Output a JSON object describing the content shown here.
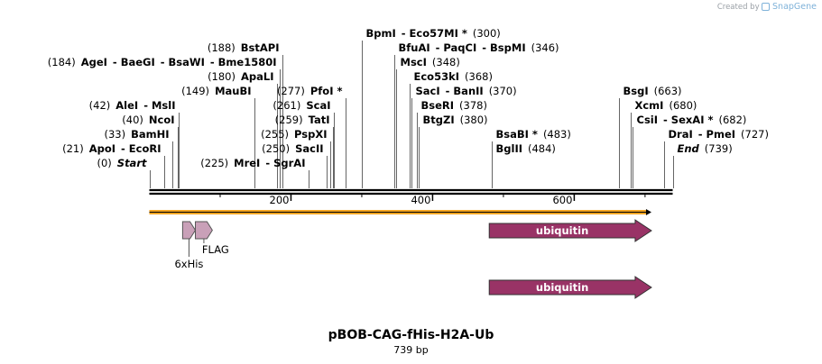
{
  "credit": {
    "prefix": "Created by",
    "brand": "SnapGene",
    "icon": "snapgene-logo-icon"
  },
  "plasmid": {
    "name": "pBOB-CAG-fHis-H2A-Ub",
    "length_text": "739 bp",
    "length_bp": 739
  },
  "ruler": {
    "ticks": [
      200,
      400,
      600
    ]
  },
  "sites": [
    {
      "row": 0,
      "bp": 0,
      "text": [
        [
          "(0)",
          "n"
        ],
        [
          "Start",
          "it"
        ]
      ]
    },
    {
      "row": 1,
      "bp": 21,
      "text": [
        [
          "(21)",
          "n"
        ],
        [
          "ApoI",
          "b"
        ],
        [
          "- EcoRI",
          "b"
        ]
      ]
    },
    {
      "row": 2,
      "bp": 33,
      "text": [
        [
          "(33)",
          "n"
        ],
        [
          "BamHI",
          "b"
        ]
      ]
    },
    {
      "row": 3,
      "bp": 40,
      "text": [
        [
          "(40)",
          "n"
        ],
        [
          "NcoI",
          "b"
        ]
      ]
    },
    {
      "row": 4,
      "bp": 42,
      "text": [
        [
          "(42)",
          "n"
        ],
        [
          "AleI",
          "b"
        ],
        [
          "- MslI",
          "b"
        ]
      ]
    },
    {
      "row": 5,
      "bp": 149,
      "text": [
        [
          "(149)",
          "n"
        ],
        [
          "MauBI",
          "b"
        ]
      ]
    },
    {
      "row": 6,
      "bp": 180,
      "text": [
        [
          "(180)",
          "n"
        ],
        [
          "ApaLI",
          "b"
        ]
      ]
    },
    {
      "row": 7,
      "bp": 184,
      "text": [
        [
          "(184)",
          "n"
        ],
        [
          "AgeI",
          "b"
        ],
        [
          "- BaeGI",
          "b"
        ],
        [
          "- BsaWI",
          "b"
        ],
        [
          "- Bme1580I",
          "b"
        ]
      ]
    },
    {
      "row": 8,
      "bp": 188,
      "text": [
        [
          "(188)",
          "n"
        ],
        [
          "BstAPI",
          "b"
        ]
      ]
    },
    {
      "row": 0,
      "bp": 225,
      "text": [
        [
          "(225)",
          "n"
        ],
        [
          "MreI",
          "b"
        ],
        [
          "- SgrAI",
          "b"
        ]
      ]
    },
    {
      "row": 1,
      "bp": 250,
      "text": [
        [
          "(250)",
          "n"
        ],
        [
          "SacII",
          "b"
        ]
      ]
    },
    {
      "row": 2,
      "bp": 255,
      "text": [
        [
          "(255)",
          "n"
        ],
        [
          "PspXI",
          "b"
        ]
      ]
    },
    {
      "row": 3,
      "bp": 259,
      "text": [
        [
          "(259)",
          "n"
        ],
        [
          "TatI",
          "b"
        ]
      ]
    },
    {
      "row": 4,
      "bp": 261,
      "text": [
        [
          "(261)",
          "n"
        ],
        [
          "ScaI",
          "b"
        ]
      ]
    },
    {
      "row": 5,
      "bp": 277,
      "text": [
        [
          "(277)",
          "n"
        ],
        [
          "PfoI *",
          "b"
        ]
      ]
    },
    {
      "row": 9,
      "bp": 300,
      "text": [
        [
          "BpmI",
          "b"
        ],
        [
          "- Eco57MI *",
          "b"
        ],
        [
          "(300)",
          "n"
        ]
      ]
    },
    {
      "row": 8,
      "bp": 346,
      "text": [
        [
          "BfuAI",
          "b"
        ],
        [
          "- PaqCI",
          "b"
        ],
        [
          "- BspMI",
          "b"
        ],
        [
          "(346)",
          "n"
        ]
      ]
    },
    {
      "row": 7,
      "bp": 348,
      "text": [
        [
          "MscI",
          "b"
        ],
        [
          "(348)",
          "n"
        ]
      ]
    },
    {
      "row": 6,
      "bp": 368,
      "text": [
        [
          "Eco53kI",
          "b"
        ],
        [
          "(368)",
          "n"
        ]
      ]
    },
    {
      "row": 5,
      "bp": 370,
      "text": [
        [
          "SacI",
          "b"
        ],
        [
          "- BanII",
          "b"
        ],
        [
          "(370)",
          "n"
        ]
      ]
    },
    {
      "row": 4,
      "bp": 378,
      "text": [
        [
          "BseRI",
          "b"
        ],
        [
          "(378)",
          "n"
        ]
      ]
    },
    {
      "row": 3,
      "bp": 380,
      "text": [
        [
          "BtgZI",
          "b"
        ],
        [
          "(380)",
          "n"
        ]
      ]
    },
    {
      "row": 2,
      "bp": 483,
      "text": [
        [
          "BsaBI *",
          "b"
        ],
        [
          "(483)",
          "n"
        ]
      ]
    },
    {
      "row": 1,
      "bp": 484,
      "text": [
        [
          "BglII",
          "b"
        ],
        [
          "(484)",
          "n"
        ]
      ]
    },
    {
      "row": 5,
      "bp": 663,
      "text": [
        [
          "BsgI",
          "b"
        ],
        [
          "(663)",
          "n"
        ]
      ]
    },
    {
      "row": 4,
      "bp": 680,
      "text": [
        [
          "XcmI",
          "b"
        ],
        [
          "(680)",
          "n"
        ]
      ]
    },
    {
      "row": 3,
      "bp": 682,
      "text": [
        [
          "CsiI",
          "b"
        ],
        [
          "- SexAI *",
          "b"
        ],
        [
          "(682)",
          "n"
        ]
      ]
    },
    {
      "row": 2,
      "bp": 727,
      "text": [
        [
          "DraI",
          "b"
        ],
        [
          "- PmeI",
          "b"
        ],
        [
          "(727)",
          "n"
        ]
      ]
    },
    {
      "row": 1,
      "bp": 739,
      "text": [
        [
          "End",
          "it"
        ],
        [
          "(739)",
          "n"
        ]
      ]
    }
  ],
  "features": [
    {
      "name": "orf",
      "label": "",
      "start": 0,
      "end": 709,
      "track": "orf",
      "color": "#f5a623"
    },
    {
      "name": "6xHis",
      "label": "6xHis",
      "start": 47,
      "end": 65,
      "track": "tag",
      "color": "#c9a0b8"
    },
    {
      "name": "FLAG",
      "label": "FLAG",
      "start": 65,
      "end": 89,
      "track": "tag",
      "color": "#c9a0b8"
    },
    {
      "name": "ubiquitin-1",
      "label": "ubiquitin",
      "start": 480,
      "end": 709,
      "track": "gene1",
      "color": "#993366"
    },
    {
      "name": "ubiquitin-2",
      "label": "ubiquitin",
      "start": 480,
      "end": 709,
      "track": "gene2",
      "color": "#993366"
    }
  ]
}
